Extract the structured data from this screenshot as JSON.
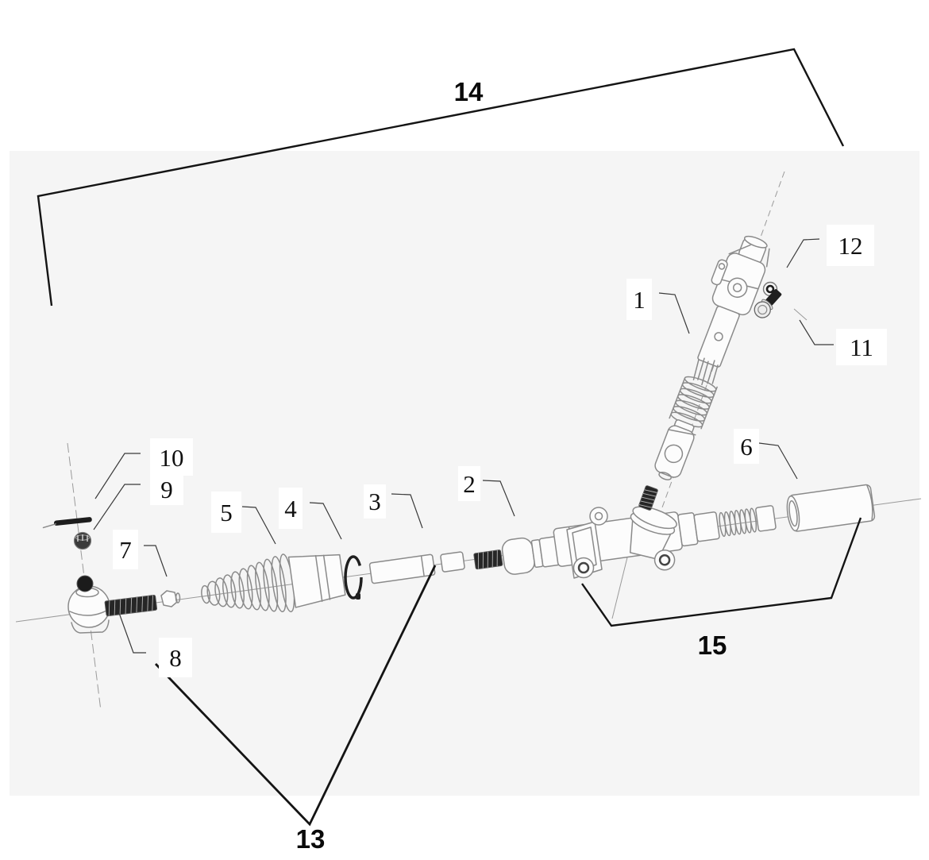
{
  "figure": {
    "type": "exploded-parts-diagram",
    "panel_background": "#f5f5f5",
    "line_color": "#141414",
    "part_stroke_color": "#8a8a8a",
    "labels": {
      "c1": "1",
      "c2": "2",
      "c3": "3",
      "c4": "4",
      "c5": "5",
      "c6": "6",
      "c7": "7",
      "c8": "8",
      "c9": "9",
      "c10": "10",
      "c11": "11",
      "c12": "12",
      "c13": "13",
      "c14": "14",
      "c15": "15"
    }
  }
}
